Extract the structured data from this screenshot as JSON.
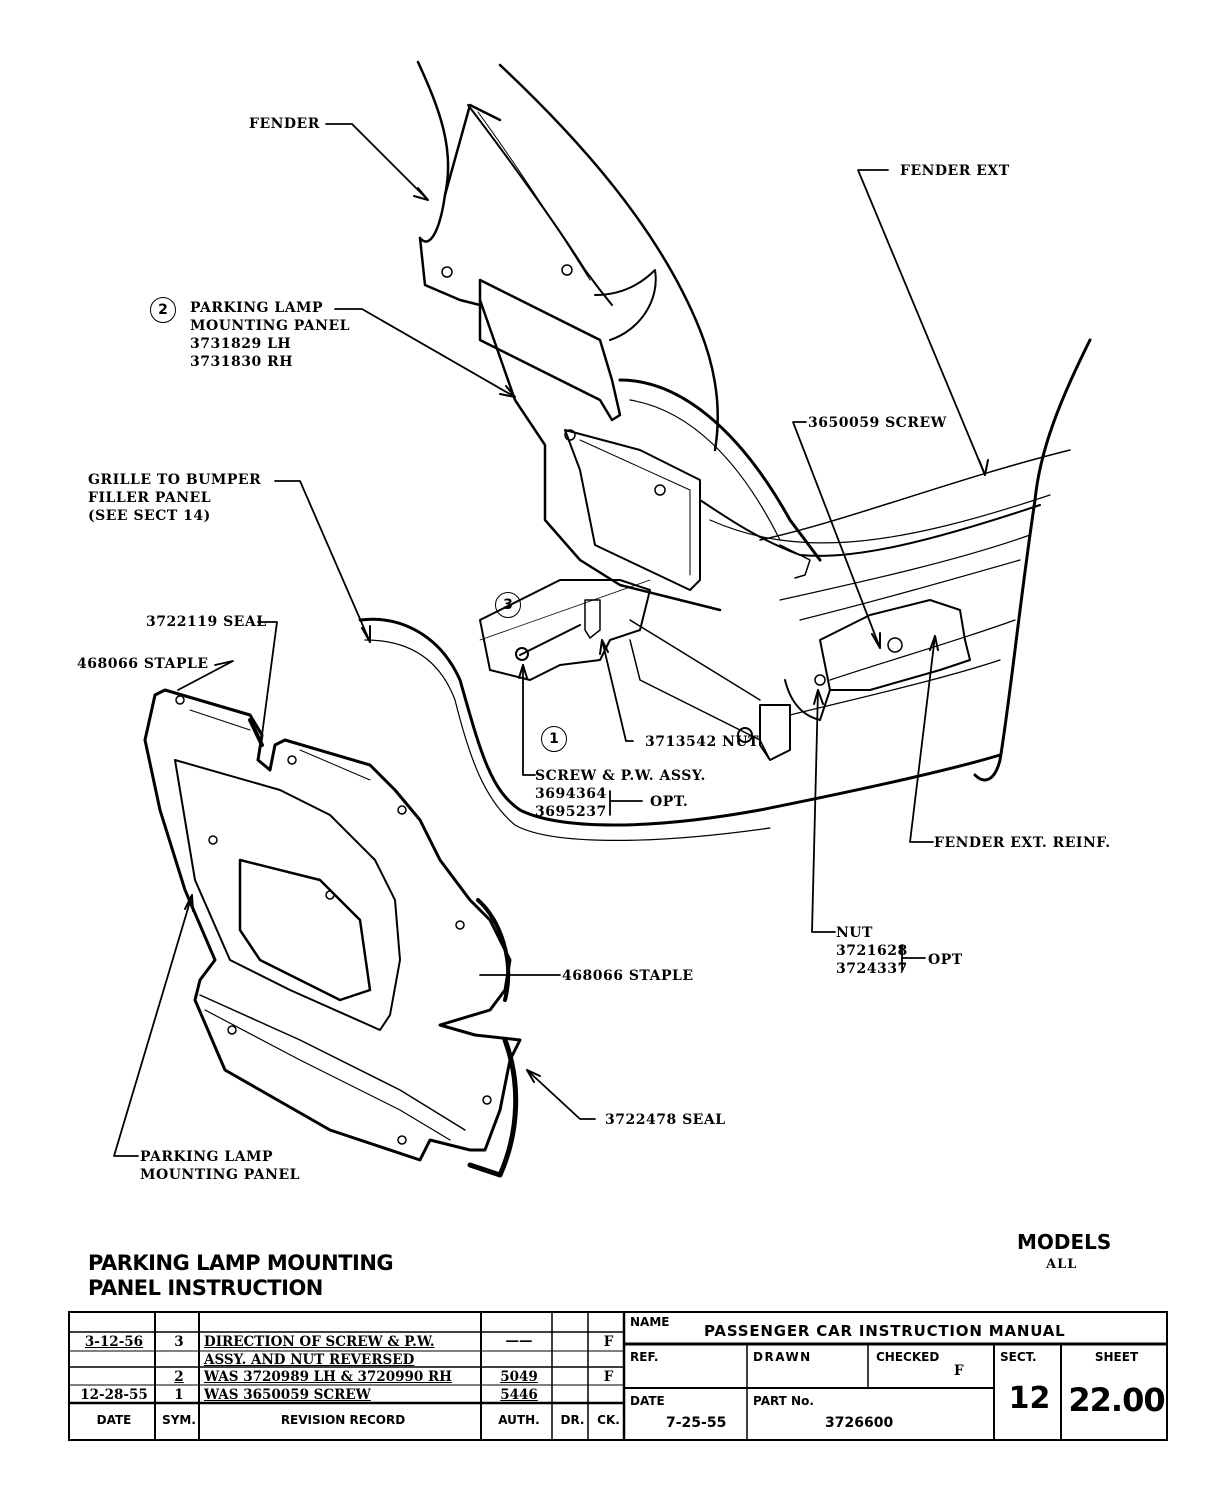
{
  "callouts": {
    "fender": "FENDER",
    "fender_ext": "FENDER EXT",
    "parking_lamp_panel_numbered": {
      "ref_number": "2",
      "lines": [
        "PARKING LAMP",
        "MOUNTING PANEL",
        "3731829  LH",
        "3731830  RH"
      ]
    },
    "screw_3650059": "3650059  SCREW",
    "grille_filler": {
      "lines": [
        "GRILLE TO BUMPER",
        "FILLER PANEL",
        "(SEE SECT 14)"
      ]
    },
    "seal_3722119": "3722119 SEAL",
    "staple_upper": "468066  STAPLE",
    "ref_3": "3",
    "ref_1": "1",
    "nut_3713542": "3713542  NUT",
    "screw_pw_assy": {
      "label": "SCREW & P.W.  ASSY.",
      "parts": [
        "3694364",
        "3695237"
      ],
      "opt": "OPT."
    },
    "fender_ext_reinf": "FENDER EXT.  REINF.",
    "nut_opt": {
      "label": "NUT",
      "parts": [
        "3721628",
        "3724337"
      ],
      "opt": "OPT"
    },
    "staple_lower": "468066 STAPLE",
    "seal_3722478": "3722478 SEAL",
    "parking_lamp_panel_lower": {
      "lines": [
        "PARKING LAMP",
        "MOUNTING PANEL"
      ]
    }
  },
  "title": {
    "line1": "PARKING LAMP  MOUNTING",
    "line2": "PANEL  INSTRUCTION"
  },
  "models": {
    "label": "MODELS",
    "value": "ALL"
  },
  "revision_record": {
    "rows": [
      {
        "date": "",
        "sym": "",
        "text": "",
        "auth": "",
        "dr": "",
        "ck": ""
      },
      {
        "date": "3-12-56",
        "sym": "3",
        "text": "DIRECTION OF SCREW & P.W.",
        "auth": "——",
        "dr": "",
        "ck": "F"
      },
      {
        "date": "",
        "sym": "",
        "text": "ASSY.  AND  NUT  REVERSED",
        "auth": "",
        "dr": "",
        "ck": ""
      },
      {
        "date": "",
        "sym": "2",
        "text": "WAS 3720989 LH & 3720990 RH",
        "auth": "5049",
        "dr": "",
        "ck": "F"
      },
      {
        "date": "12-28-55",
        "sym": "1",
        "text": "WAS  3650059 SCREW",
        "auth": "5446",
        "dr": "",
        "ck": ""
      }
    ],
    "headers": {
      "date": "DATE",
      "sym": "SYM.",
      "record": "REVISION RECORD",
      "auth": "AUTH.",
      "dr": "DR.",
      "ck": "CK."
    }
  },
  "info_block": {
    "name_label": "NAME",
    "name_value": "PASSENGER CAR INSTRUCTION MANUAL",
    "ref_label": "REF.",
    "ref_value": "",
    "drawn_label": "DRAWN",
    "drawn_value": "",
    "checked_label": "CHECKED",
    "checked_value": "F",
    "date_label": "DATE",
    "date_value": "7-25-55",
    "part_label": "PART No.",
    "part_value": "3726600",
    "sect_label": "SECT.",
    "sect_value": "12",
    "sheet_label": "SHEET",
    "sheet_value": "22.00"
  }
}
